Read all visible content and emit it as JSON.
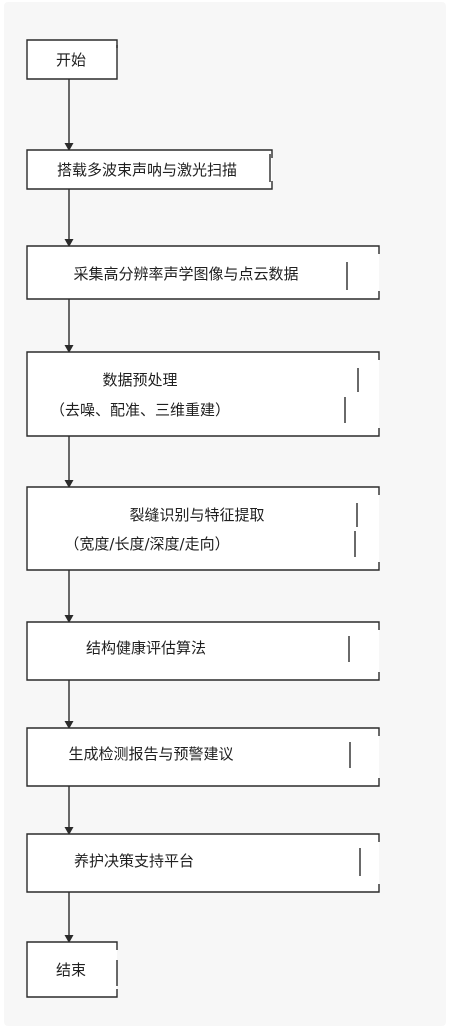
{
  "diagram": {
    "nodes": [
      {
        "id": "start",
        "lines": [
          "开始"
        ]
      },
      {
        "id": "scan",
        "lines": [
          "搭载多波束声呐与激光扫描"
        ]
      },
      {
        "id": "collect",
        "lines": [
          "采集高分辨率声学图像与点云数据"
        ]
      },
      {
        "id": "preprocess",
        "lines": [
          "数据预处理",
          "（去噪、配准、三维重建）"
        ]
      },
      {
        "id": "crack",
        "lines": [
          "裂缝识别与特征提取",
          "（宽度/长度/深度/走向）"
        ]
      },
      {
        "id": "assess",
        "lines": [
          "结构健康评估算法"
        ]
      },
      {
        "id": "report",
        "lines": [
          "生成检测报告与预警建议"
        ]
      },
      {
        "id": "platform",
        "lines": [
          "养护决策支持平台"
        ]
      },
      {
        "id": "end",
        "lines": [
          "结束"
        ]
      }
    ],
    "edges": [
      {
        "from": "start",
        "to": "scan"
      },
      {
        "from": "scan",
        "to": "collect"
      },
      {
        "from": "collect",
        "to": "preprocess"
      },
      {
        "from": "preprocess",
        "to": "crack"
      },
      {
        "from": "crack",
        "to": "assess"
      },
      {
        "from": "assess",
        "to": "report"
      },
      {
        "from": "report",
        "to": "platform"
      },
      {
        "from": "platform",
        "to": "end"
      }
    ]
  }
}
